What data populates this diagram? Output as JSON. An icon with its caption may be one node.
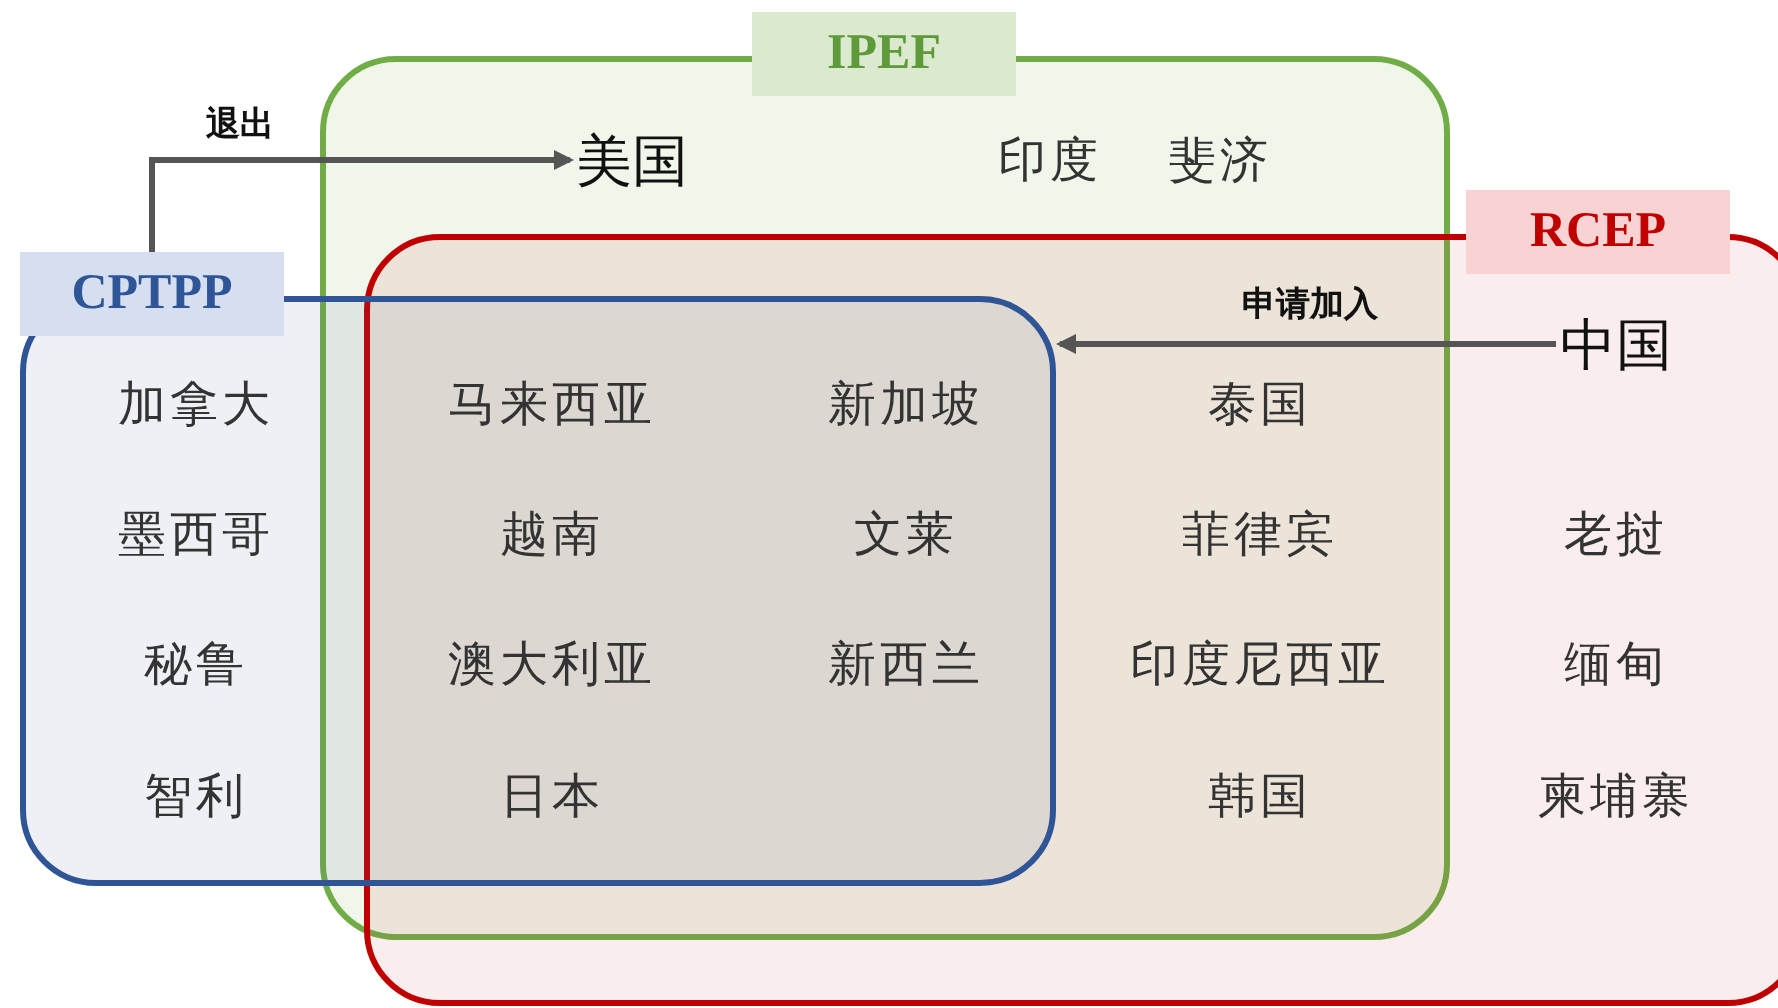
{
  "diagram": {
    "nodes": [
      {
        "text": [
          "IPEF"
        ]
      },
      {
        "text": [
          "RCEP"
        ]
      },
      {
        "text": [
          "CPTPP"
        ]
      },
      {
        "text": [
          "美国"
        ],
        "in": 0
      },
      {
        "text": [
          "中国"
        ],
        "in": 1
      }
    ],
    "edges": [
      {
        "from": 2,
        "to": 3,
        "arrow": "to",
        "label": "退出"
      },
      {
        "from": 4,
        "to": 2,
        "arrow": "to",
        "label": "申请加入"
      }
    ],
    "labels": [
      "印度",
      "斐济",
      "加拿大",
      "马来西亚",
      "新加坡",
      "泰国",
      "墨西哥",
      "越南",
      "文莱",
      "菲律宾",
      "老挝",
      "秘鲁",
      "澳大利亚",
      "新西兰",
      "印度尼西亚",
      "缅甸",
      "智利",
      "日本",
      "韩国",
      "柬埔寨"
    ]
  }
}
